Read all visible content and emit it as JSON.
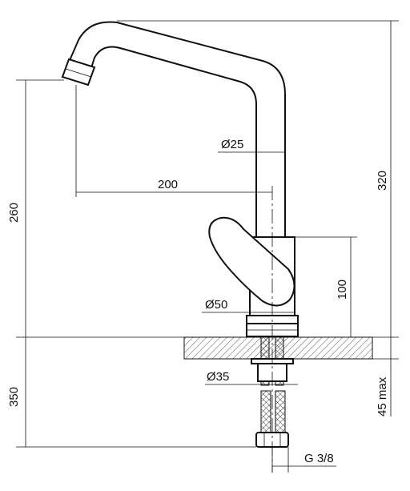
{
  "dimensions": {
    "spout_diameter": "Ø25",
    "reach": "200",
    "spout_height": "260",
    "total_height": "320",
    "handle_height": "100",
    "body_diameter": "Ø50",
    "shank_diameter": "Ø35",
    "below_deck": "350",
    "max_deck_thickness": "45 max",
    "thread": "G 3/8"
  }
}
